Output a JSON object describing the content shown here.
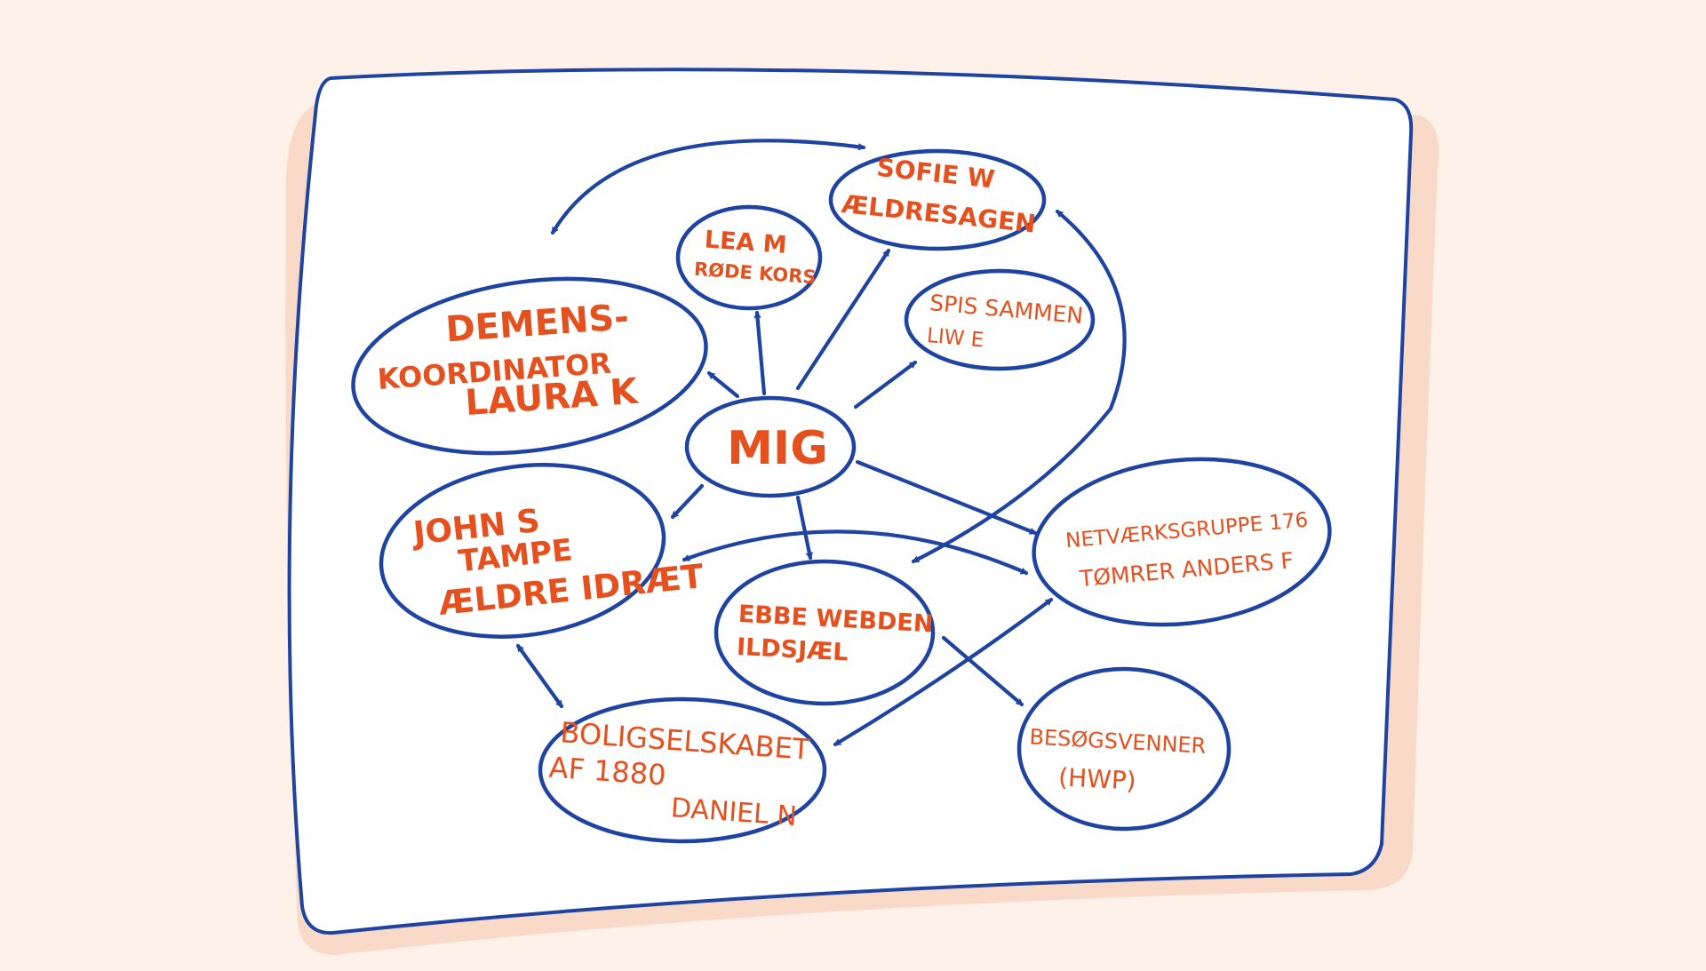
{
  "colors": {
    "background": "#fdf1ea",
    "paper": "#ffffff",
    "paper_shadow": "#f9d9c8",
    "ink": "#1f43a0",
    "label": "#e4501e"
  },
  "nodes": {
    "mig": {
      "line1": "MIG"
    },
    "sofie": {
      "line1": "SOFIE W",
      "line2": "ÆLDRESAGEN"
    },
    "lea": {
      "line1": "LEA M",
      "line2": "RØDE KORS"
    },
    "demens": {
      "line1": "DEMENS-",
      "line2": "KOORDINATOR",
      "line3": "LAURA K"
    },
    "spis": {
      "line1": "SPIS SAMMEN",
      "line2": "LIW E"
    },
    "john": {
      "line1": "JOHN S",
      "line2": "TAMPE",
      "line3": "ÆLDRE IDRÆT"
    },
    "netvaerk": {
      "line1": "NETVÆRKSGRUPPE 176",
      "line2": "TØMRER ANDERS F"
    },
    "ebbe": {
      "line1": "EBBE WEBDEN",
      "line2": "ILDSJÆL"
    },
    "bolig": {
      "line1": "BOLIGSELSKABET",
      "line2": "AF 1880",
      "line3": "DANIEL N"
    },
    "besog": {
      "line1": "BESØGSVENNER",
      "line2": "(HWP)"
    }
  }
}
